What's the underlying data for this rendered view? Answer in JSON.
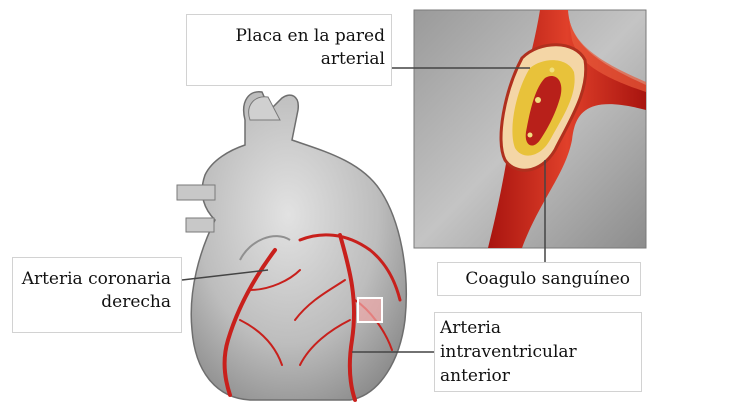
{
  "labels": {
    "placa": [
      "Placa en la pared",
      "arterial"
    ],
    "coagulo": "Coagulo sanguíneo",
    "coronaria": [
      "Arteria coronaria",
      "derecha"
    ],
    "intraventricular": [
      "Arteria",
      "intraventricular",
      "anterior"
    ]
  },
  "colors": {
    "artery_red": "#c8201c",
    "heart_gray": "#b8b8b8",
    "plaque_yellow": "#e8c23a",
    "leader_line": "#444444"
  }
}
